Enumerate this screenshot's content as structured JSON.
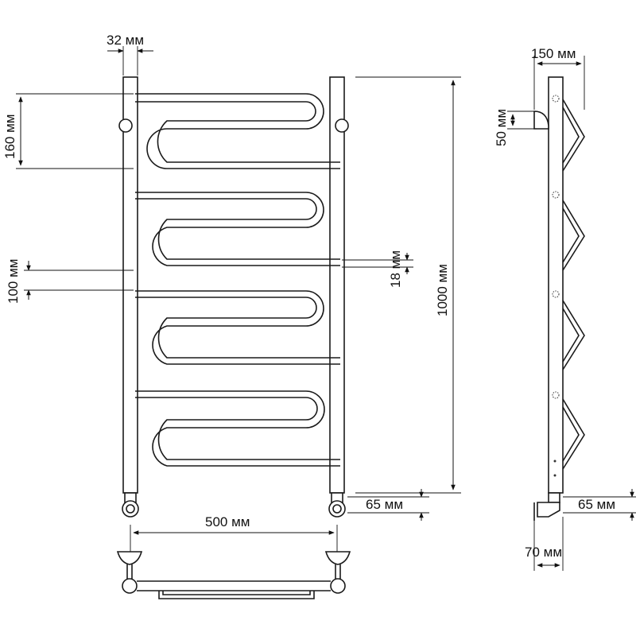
{
  "dimensions": {
    "rail_diameter": "32 мм",
    "overall_height": "1000 мм",
    "loop_pitch": "160 мм",
    "bar_gap": "100 мм",
    "bar_diameter": "18 мм",
    "inlet_height_front": "65 мм",
    "width": "500 мм",
    "depth": "150 мм",
    "bracket_height": "50 мм",
    "inlet_height_side": "65 мм",
    "wall_offset": "70 мм"
  }
}
